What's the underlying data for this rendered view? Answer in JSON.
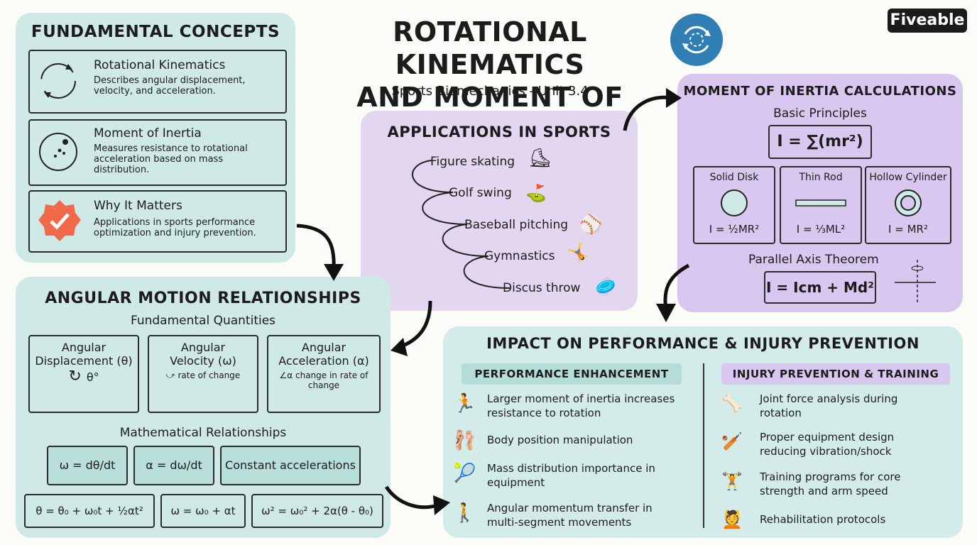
{
  "header": {
    "title_line1": "ROTATIONAL KINEMATICS",
    "title_line2": "AND MOMENT OF INERTIA",
    "subtitle": "Sports Biomechanics - Unit 3.4",
    "logo_text": "Fiveable"
  },
  "fundamentals": {
    "heading": "FUNDAMENTAL CONCEPTS",
    "items": [
      {
        "title": "Rotational Kinematics",
        "desc1": "Describes angular displacement,",
        "desc2": "velocity, and acceleration.",
        "desc3": ""
      },
      {
        "title": "Moment of Inertia",
        "desc1": "Measures resistance to rotational",
        "desc2": "acceleration based on mass",
        "desc3": "distribution."
      },
      {
        "title": "Why It Matters",
        "desc1": "Applications in sports performance",
        "desc2": "optimization and injury prevention.",
        "desc3": ""
      }
    ]
  },
  "applications": {
    "heading": "APPLICATIONS IN SPORTS",
    "items": [
      "Figure skating",
      "Golf swing",
      "Baseball pitching",
      "Gymnastics",
      "Discus throw"
    ]
  },
  "moi": {
    "heading": "MOMENT OF INERTIA CALCULATIONS",
    "basic": "Basic Principles",
    "formula": "I = ∑(mr²)",
    "shapes": [
      {
        "name": "Solid Disk",
        "formula": "I = ½MR²"
      },
      {
        "name": "Thin Rod",
        "formula": "I = ⅓ML²"
      },
      {
        "name": "Hollow Cylinder",
        "formula": "I = MR²"
      }
    ],
    "parallel_title": "Parallel Axis Theorem",
    "parallel_formula": "I = Icm + Md²"
  },
  "angular": {
    "heading": "ANGULAR MOTION RELATIONSHIPS",
    "fundamental_quantities": "Fundamental Quantities",
    "quantities": [
      {
        "line1": "Angular",
        "line2": "Displacement (θ)",
        "note": "θ°"
      },
      {
        "line1": "Angular",
        "line2": "Velocity (ω)",
        "note": "rate of change"
      },
      {
        "line1": "Angular",
        "line2": "Acceleration (α)",
        "note": "change in rate of change"
      }
    ],
    "math_title": "Mathematical Relationships",
    "eq_omega": "ω = dθ/dt",
    "eq_alpha": "α = dω/dt",
    "eq_const": "Constant accelerations",
    "eq1": "θ = θ₀ + ω₀t + ½αt²",
    "eq2": "ω = ω₀ + αt",
    "eq3": "ω² = ω₀² + 2α(θ - θ₀)"
  },
  "impact": {
    "heading": "IMPACT ON PERFORMANCE & INJURY PREVENTION",
    "perf_heading": "PERFORMANCE ENHANCEMENT",
    "perf_items": [
      {
        "l1": "Larger moment of inertia increases",
        "l2": "resistance to rotation"
      },
      {
        "l1": "Body position manipulation",
        "l2": ""
      },
      {
        "l1": "Mass distribution importance in",
        "l2": "equipment"
      },
      {
        "l1": "Angular momentum transfer in",
        "l2": "multi-segment movements"
      }
    ],
    "inj_heading": "INJURY PREVENTION & TRAINING",
    "inj_items": [
      {
        "l1": "Joint force analysis during",
        "l2": "rotation"
      },
      {
        "l1": "Proper equipment design",
        "l2": "reducing vibration/shock"
      },
      {
        "l1": "Training programs for core",
        "l2": "strength and arm speed"
      },
      {
        "l1": "Rehabilitation protocols",
        "l2": ""
      }
    ]
  },
  "colors": {
    "teal": "#cfe9e6",
    "lavender": "#e3d6f1",
    "accent_blue": "#2f7fb5",
    "badge": "#f06a4a"
  }
}
